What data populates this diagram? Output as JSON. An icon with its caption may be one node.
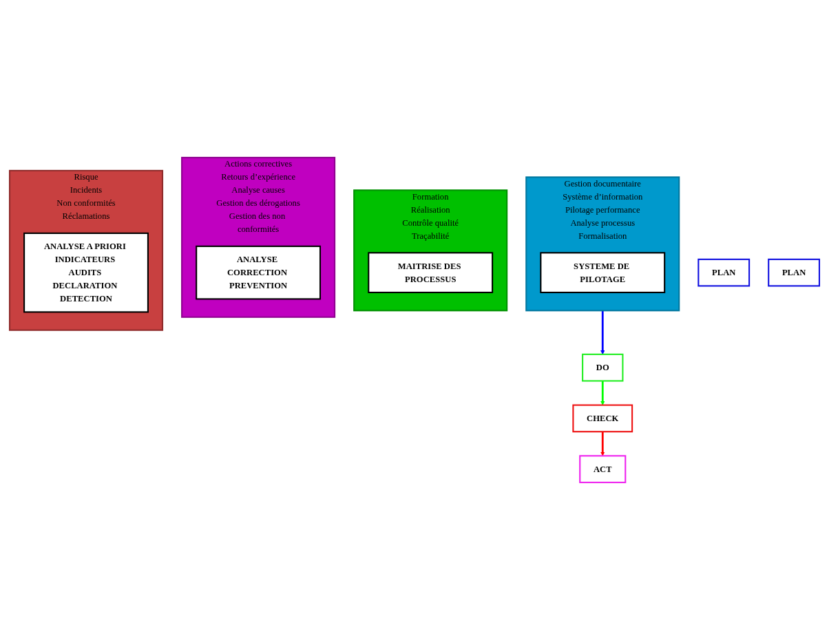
{
  "diagram": {
    "nodes": [
      {
        "text": [
          "Gestion documentaire",
          "Système d’information",
          "Pilotage performance",
          "Analyse processus",
          "Formalisation"
        ]
      },
      {
        "text": [
          "PLAN"
        ]
      },
      {
        "text": [
          "SYSTEME DE PILOTAGE"
        ],
        "in": 0
      },
      {
        "text": [
          "PLAN"
        ]
      },
      {
        "text": [
          "Formation",
          "Réalisation",
          "Contrôle qualité",
          "Traçabilité"
        ]
      },
      {
        "text": [
          "MAITRISE DES PROCESSUS"
        ],
        "in": 4
      },
      {
        "text": [
          "DO"
        ]
      },
      {
        "text": [
          "ACT"
        ]
      },
      {
        "text": [
          "Actions correctives",
          "Retours d’expérience",
          "Analyse causes",
          "Gestion des dérogations",
          "Gestion des non conformités"
        ]
      },
      {
        "text": [
          "ANALYSE CORRECTION PREVENTION"
        ],
        "in": 8
      },
      {
        "text": [
          "CHECK"
        ]
      },
      {
        "text": [
          "Risque",
          "Incidents",
          "Non conformités",
          "Réclamations"
        ]
      },
      {
        "text": [
          "ANALYSE A PRIORI INDICATEURS AUDITS DECLARATION DETECTION"
        ],
        "in": 11
      }
    ],
    "edges": [
      {
        "from": 0,
        "to": 6,
        "arrow": "to",
        "color": "#0000ff"
      },
      {
        "from": 6,
        "to": 10,
        "arrow": "to",
        "color": "#00ff00"
      },
      {
        "from": 10,
        "to": 7,
        "arrow": "to",
        "color": "#ff0000"
      }
    ]
  }
}
